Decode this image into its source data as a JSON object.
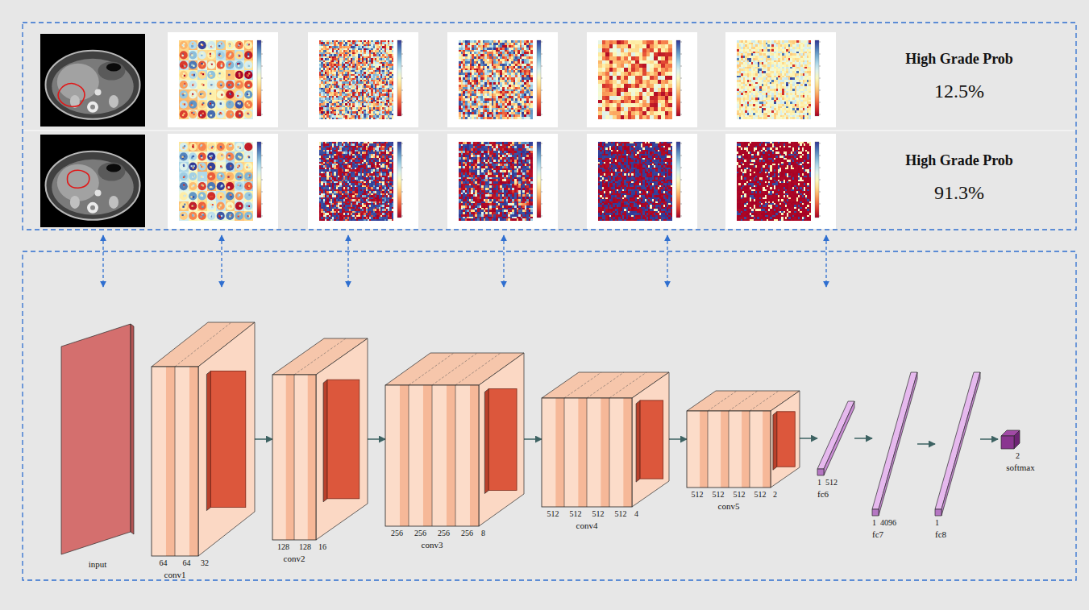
{
  "diagram": {
    "nodes": [
      {
        "text": [
          "High Grade Prob",
          "12.5%"
        ]
      },
      {
        "text": [
          "High Grade Prob",
          "91.3%"
        ]
      },
      {
        "text": [
          "input"
        ]
      },
      {
        "text": [
          "64",
          "64",
          "32",
          "conv1"
        ]
      },
      {
        "text": [
          "128",
          "128",
          "16",
          "conv2"
        ]
      },
      {
        "text": [
          "256",
          "256",
          "256",
          "256",
          "8",
          "conv3"
        ]
      },
      {
        "text": [
          "512",
          "512",
          "512",
          "512",
          "4",
          "conv4"
        ]
      },
      {
        "text": [
          "512",
          "512",
          "512",
          "512",
          "2",
          "conv5"
        ]
      },
      {
        "text": [
          "1",
          "512",
          "fc6"
        ]
      },
      {
        "text": [
          "1",
          "4096",
          "fc7"
        ]
      },
      {
        "text": [
          "1",
          "fc8"
        ]
      },
      {
        "text": [
          "2",
          "softmax"
        ]
      }
    ],
    "edges": [
      {
        "from": 3,
        "to": 4,
        "arrow": "to"
      },
      {
        "from": 4,
        "to": 5,
        "arrow": "to"
      },
      {
        "from": 5,
        "to": 6,
        "arrow": "to"
      },
      {
        "from": 6,
        "to": 7,
        "arrow": "to"
      },
      {
        "from": 7,
        "to": 8,
        "arrow": "to"
      },
      {
        "from": 8,
        "to": 9,
        "arrow": "to"
      },
      {
        "from": 9,
        "to": 10,
        "arrow": "to"
      },
      {
        "from": 10,
        "to": 11,
        "arrow": "to"
      }
    ]
  }
}
